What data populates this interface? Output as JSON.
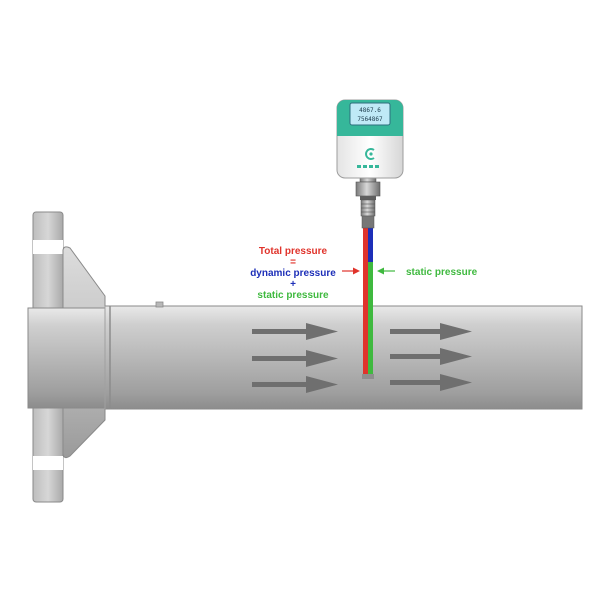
{
  "labels": {
    "total_pressure": "Total pressure",
    "equals": "=",
    "dynamic_pressure": "dynamic pressure",
    "plus": "+",
    "static_pressure_left": "static pressure",
    "static_pressure_right": "static pressure"
  },
  "display": {
    "line1": "4867.6",
    "line2": "7564867"
  },
  "colors": {
    "total": "#e0332b",
    "dynamic": "#1d2fb8",
    "static": "#3fb93f",
    "housing_accent": "#36b79a",
    "arrow": "#6f6f6f"
  },
  "icons": {
    "brand_logo": "c-logo-icon"
  }
}
